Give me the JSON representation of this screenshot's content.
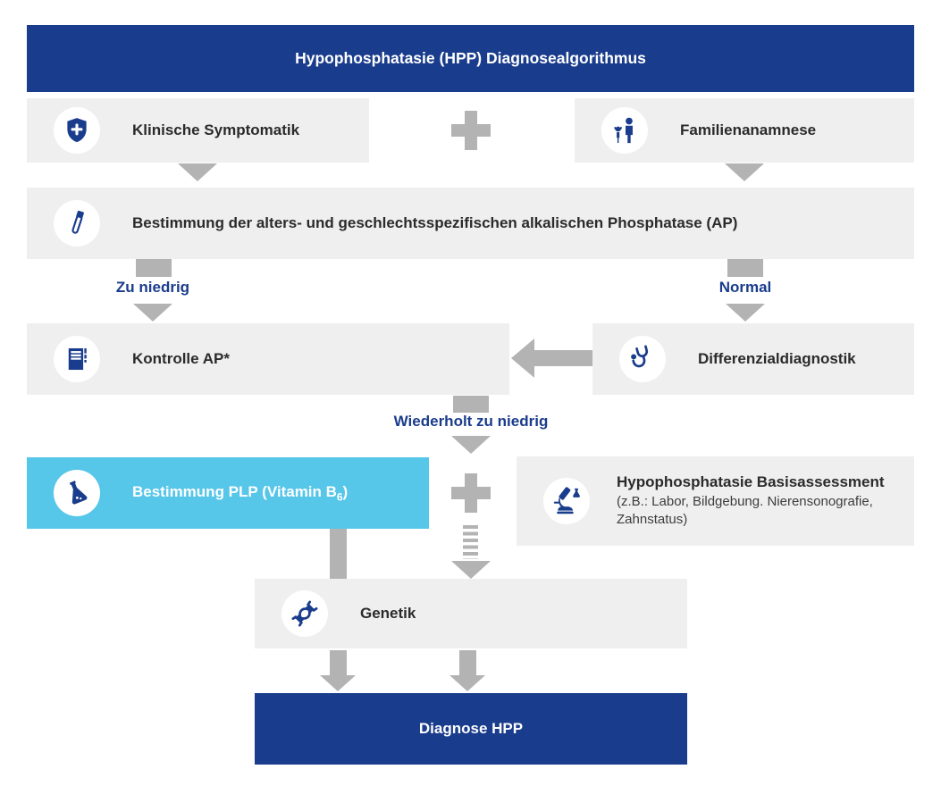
{
  "header": {
    "title": "Hypophosphatasie (HPP) Diagnosealgorithmus"
  },
  "nodes": {
    "klinische": {
      "label": "Klinische Symptomatik",
      "icon": "shield-plus-icon"
    },
    "familie": {
      "label": "Familienanamnese",
      "icon": "family-icon"
    },
    "ap": {
      "label": "Bestimmung der alters- und geschlechtsspezifischen alkalischen Phosphatase (AP)",
      "icon": "test-tube-icon"
    },
    "kontrolle": {
      "label": "Kontrolle AP*",
      "icon": "report-icon"
    },
    "differenzial": {
      "label": "Differenzialdiagnostik",
      "icon": "stethoscope-icon"
    },
    "plp": {
      "label_pre": "Bestimmung PLP (Vitamin B",
      "label_sub": "6",
      "label_post": ")",
      "icon": "flask-icon"
    },
    "basis": {
      "title": "Hypophosphatasie Basisassessment",
      "subtitle": "(z.B.: Labor, Bildgebung. Nierensonografie, Zahnstatus)",
      "icon": "microscope-icon"
    },
    "genetik": {
      "label": "Genetik",
      "icon": "dna-icon"
    },
    "diagnose": {
      "label": "Diagnose HPP"
    }
  },
  "edge_labels": {
    "zu_niedrig": "Zu niedrig",
    "normal": "Normal",
    "wiederholt": "Wiederholt zu niedrig"
  },
  "colors": {
    "primary_blue": "#1a3c8c",
    "cyan": "#56c6e9",
    "box_gray": "#efefef",
    "arrow_gray": "#b3b3b3",
    "text_dark": "#2b2b2b",
    "white": "#ffffff"
  }
}
